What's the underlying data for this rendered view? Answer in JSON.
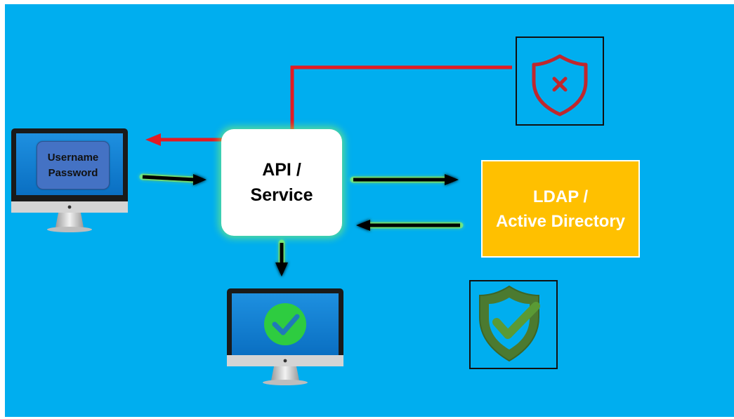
{
  "client": {
    "username_label": "Username",
    "password_label": "Password"
  },
  "api": {
    "line1": "API /",
    "line2": "Service"
  },
  "directory": {
    "line1": "LDAP /",
    "line2": "Active Directory"
  },
  "icons": {
    "client_computer": "desktop-computer-icon",
    "success_computer": "desktop-computer-icon",
    "success_check": "green-check-circle-icon",
    "denied_shield": "shield-x-icon",
    "approved_shield": "shield-check-icon"
  },
  "colors": {
    "background": "#00AEEF",
    "denied_path": "#E31B23",
    "flow_arrow": "#000000",
    "ldap_box": "#FFC000",
    "credentials_box": "#4472C4",
    "success_green": "#2ECC40",
    "approved_shield": "#548235",
    "denied_shield": "#C0272D"
  }
}
